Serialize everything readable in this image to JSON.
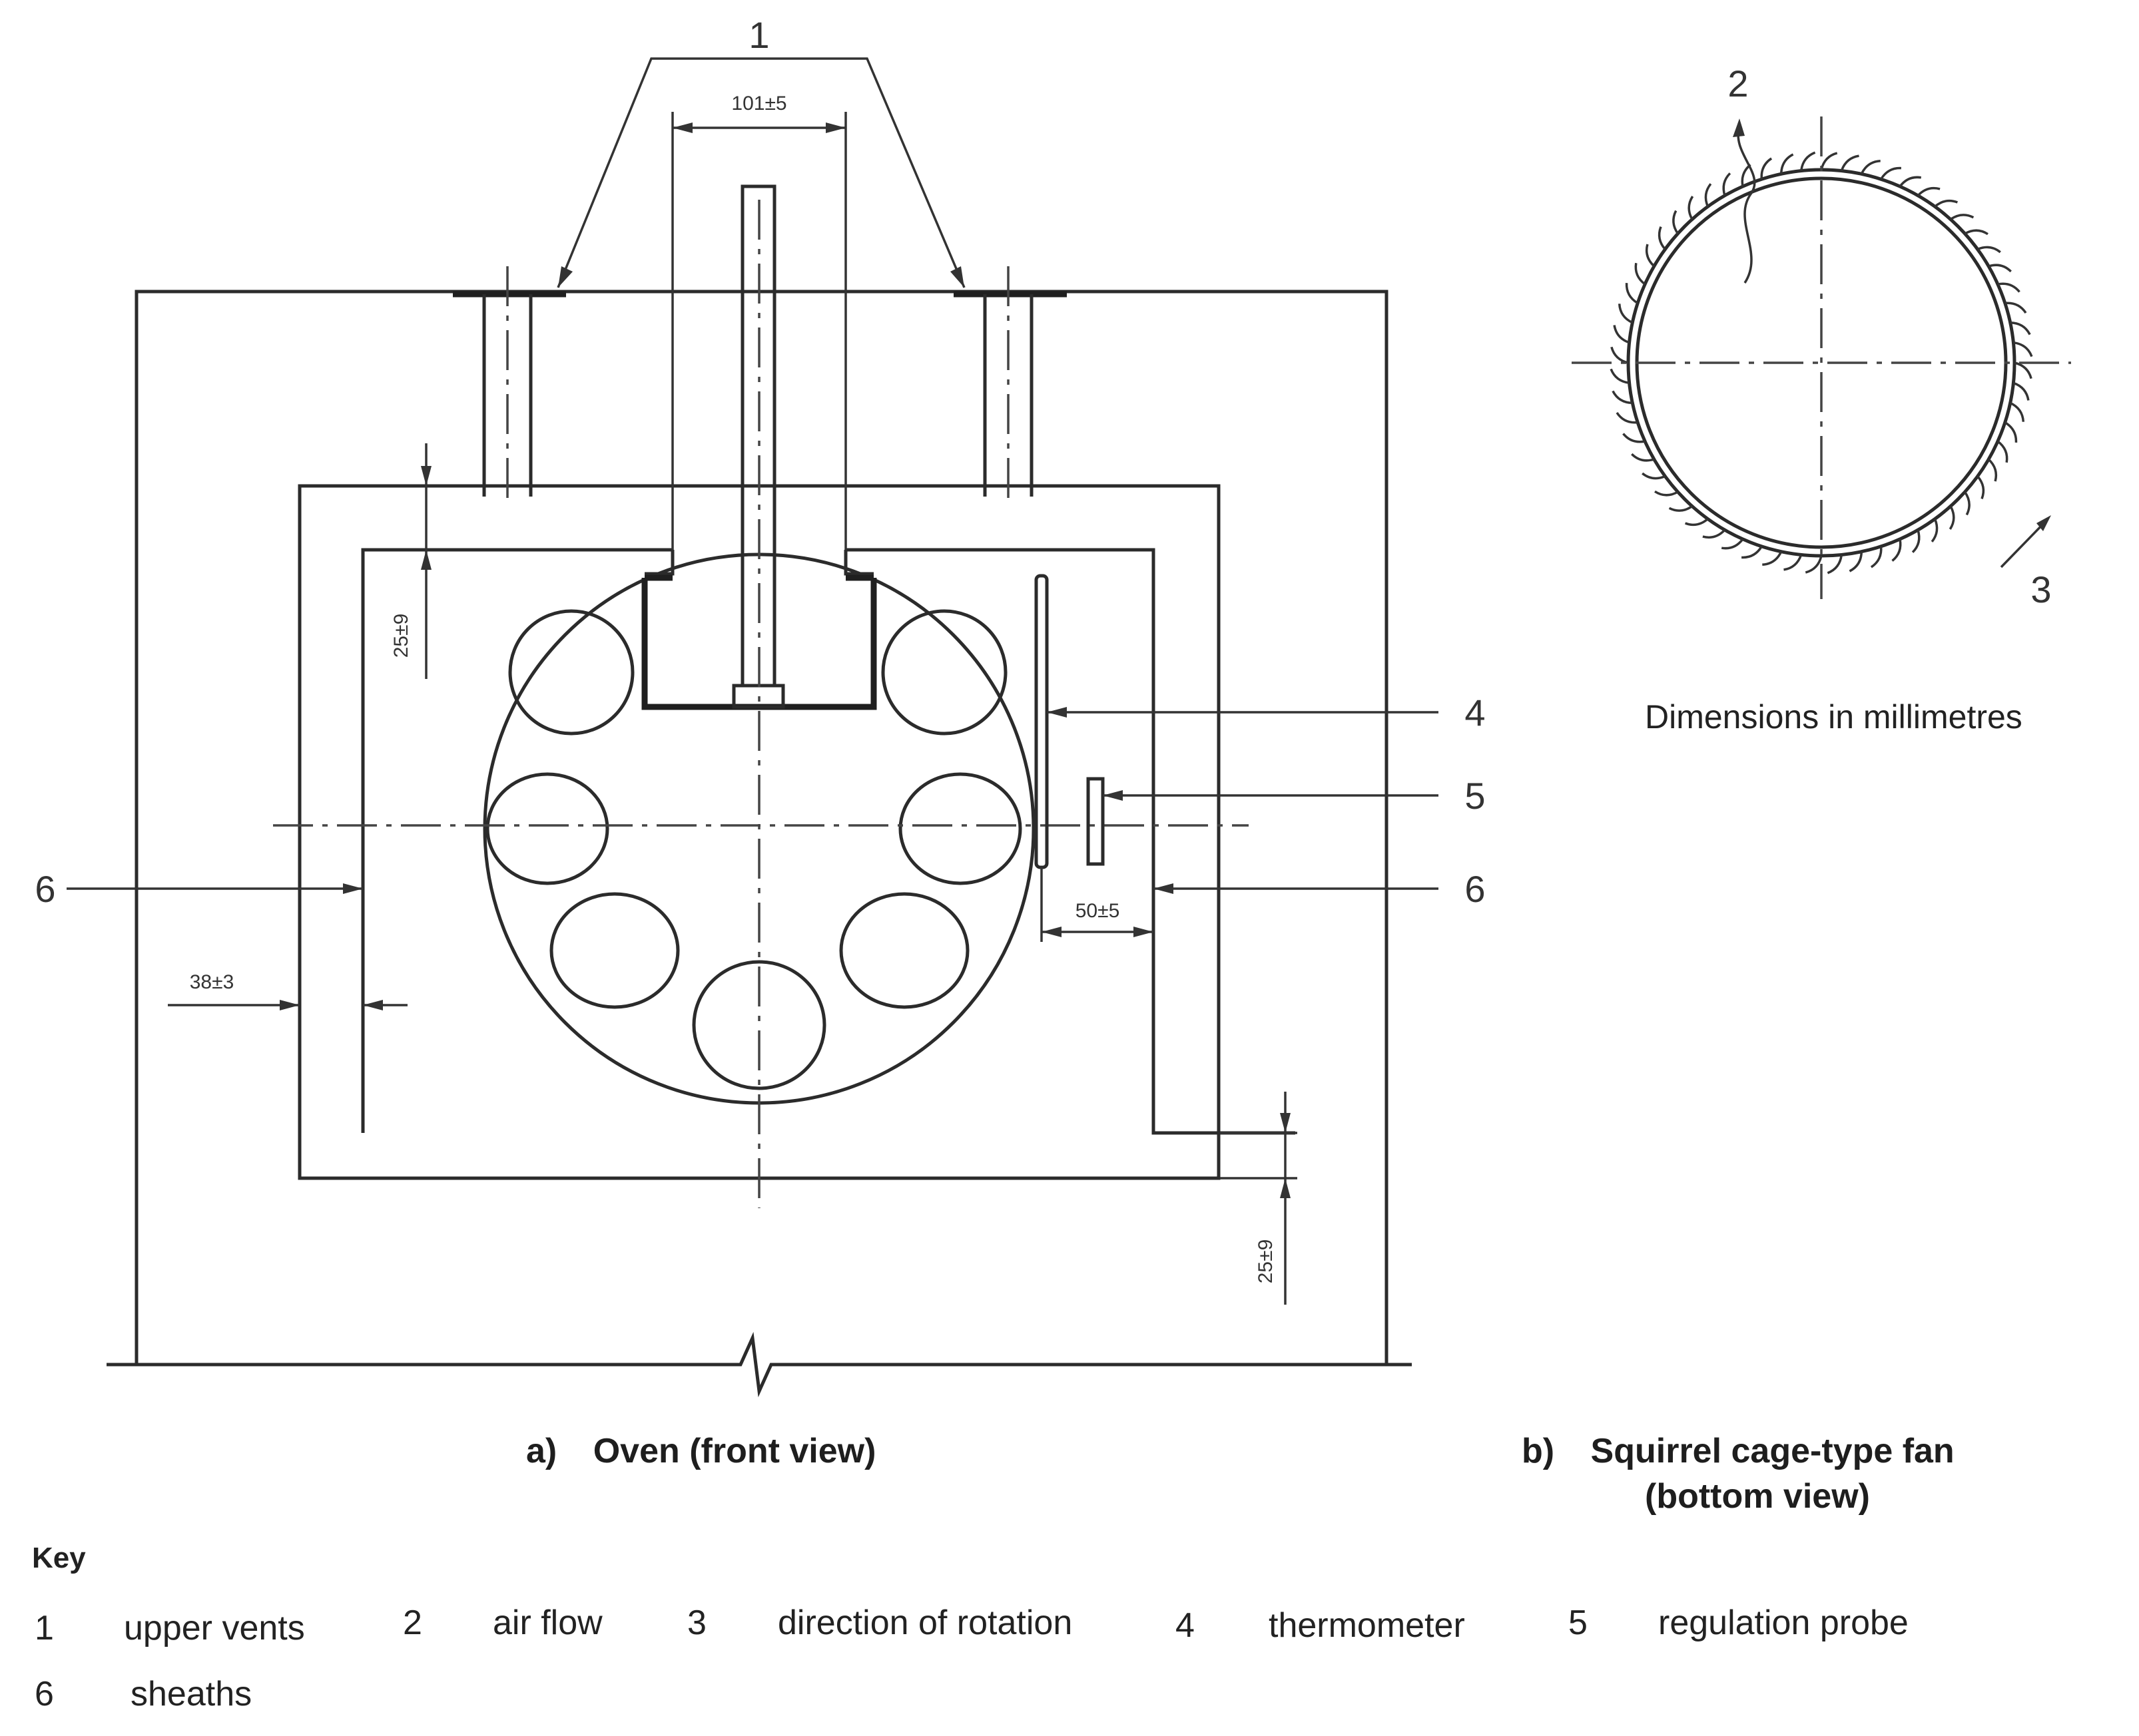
{
  "units_note": "Dimensions in millimetres",
  "captions": {
    "a_letter": "a)",
    "a_text": "Oven (front view)",
    "b_letter": "b)",
    "b_text_line1": "Squirrel cage-type fan",
    "b_text_line2": "(bottom view)"
  },
  "dimensions": {
    "top_width": "101±5",
    "upper_gap": "25±9",
    "lower_gap": "25±9",
    "side_gap": "38±3",
    "probe_gap": "50±5"
  },
  "callouts": {
    "c1": "1",
    "c2": "2",
    "c3": "3",
    "c4": "4",
    "c5": "5",
    "c6_left": "6",
    "c6_right": "6"
  },
  "key": {
    "title": "Key",
    "items": [
      {
        "num": "1",
        "label": "upper vents"
      },
      {
        "num": "2",
        "label": "air flow"
      },
      {
        "num": "3",
        "label": "direction of rotation"
      },
      {
        "num": "4",
        "label": "thermometer"
      },
      {
        "num": "5",
        "label": "regulation probe"
      },
      {
        "num": "6",
        "label": "sheaths"
      }
    ]
  }
}
